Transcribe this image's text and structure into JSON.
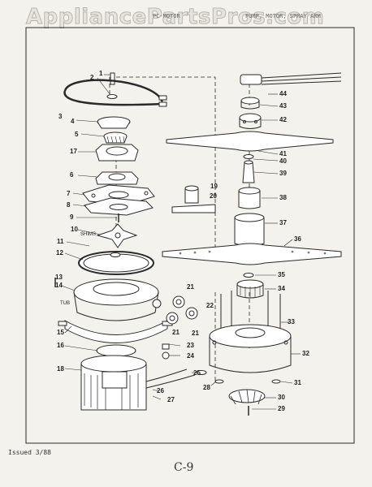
{
  "watermark": "AppliancePartsPros.com",
  "header": {
    "left": "PC-MOTOR",
    "right": "PUMP, MOTOR, SPRAY ARM"
  },
  "callouts": [
    "1",
    "2",
    "3",
    "4",
    "5",
    "17",
    "6",
    "7",
    "8",
    "9",
    "10",
    "SHIMS",
    "11",
    "12",
    "13",
    "14",
    "TUB",
    "15",
    "16",
    "18",
    "44",
    "43",
    "42",
    "41",
    "40",
    "39",
    "19",
    "20",
    "38",
    "37",
    "36",
    "35",
    "34",
    "21",
    "22",
    "21",
    "21",
    "33",
    "23",
    "24",
    "32",
    "25",
    "28",
    "26",
    "27",
    "31",
    "30",
    "29"
  ],
  "footer": {
    "issued": "Issued 3/88",
    "page": "C-9"
  }
}
